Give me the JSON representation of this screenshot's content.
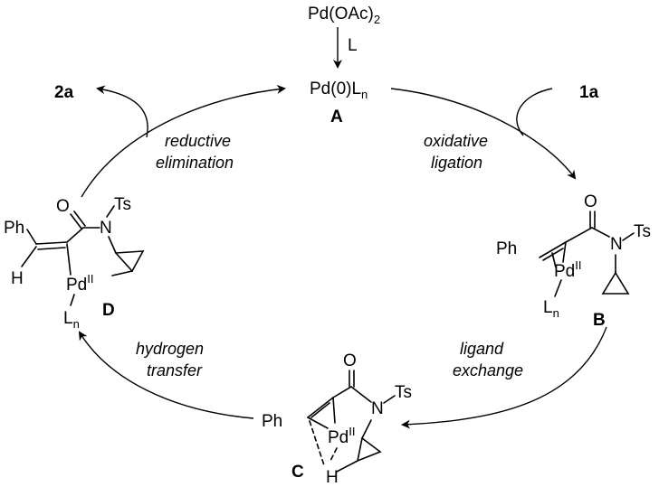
{
  "top": {
    "precatalyst": "Pd(OAc)",
    "precatalyst_sub": "2",
    "ligand": "L"
  },
  "species": {
    "A": {
      "formula": "Pd(0)L",
      "formula_sub": "n",
      "label": "A"
    },
    "B": {
      "label": "B",
      "Ph": "Ph",
      "Pd": "Pd",
      "Pd_ox": "II",
      "L": "L",
      "L_sub": "n",
      "O": "O",
      "N": "N",
      "Ts": "Ts"
    },
    "C": {
      "label": "C",
      "Ph": "Ph",
      "Pd": "Pd",
      "Pd_ox": "II",
      "H": "H",
      "O": "O",
      "N": "N",
      "Ts": "Ts"
    },
    "D": {
      "label": "D",
      "Ph": "Ph",
      "H": "H",
      "Pd": "Pd",
      "Pd_ox": "II",
      "L": "L",
      "L_sub": "n",
      "O": "O",
      "N": "N",
      "Ts": "Ts"
    }
  },
  "substrate_in": "1a",
  "product_out": "2a",
  "steps": {
    "oxidative": [
      "oxidative",
      "ligation"
    ],
    "exchange": [
      "ligand",
      "exchange"
    ],
    "hydrogen": [
      "hydrogen",
      "transfer"
    ],
    "reductive": [
      "reductive",
      "elimination"
    ]
  }
}
